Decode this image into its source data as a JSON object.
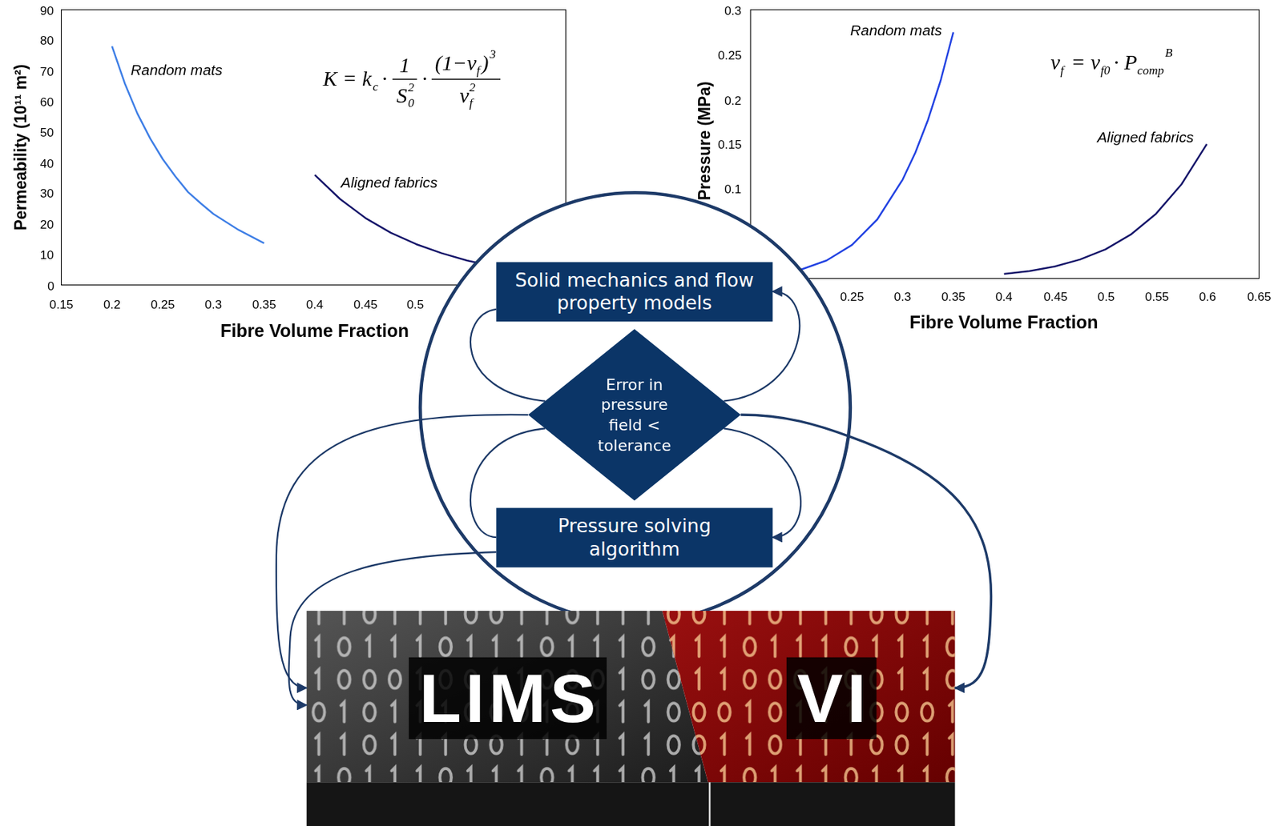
{
  "diagram": {
    "nodes": [
      {
        "text": [
          "Solid mechanics and flow property models"
        ]
      },
      {
        "text": [
          "Error in pressure field < tolerance"
        ]
      },
      {
        "text": [
          "Pressure solving algorithm"
        ]
      },
      {
        "text": [
          "LIMS"
        ]
      },
      {
        "text": [
          "VI"
        ]
      }
    ],
    "edges": [
      {
        "from": 0,
        "to": 1,
        "arrow": "none"
      },
      {
        "from": 1,
        "to": 0,
        "arrow": "to"
      },
      {
        "from": 2,
        "to": 1,
        "arrow": "none"
      },
      {
        "from": 1,
        "to": 2,
        "arrow": "to"
      },
      {
        "from": 1,
        "to": 3,
        "arrow": "to"
      },
      {
        "from": 2,
        "to": 3,
        "arrow": "to"
      },
      {
        "from": 1,
        "to": 4,
        "arrow": "to"
      }
    ],
    "labels": [
      "Permeability (10¹¹ m²)",
      "90",
      "80",
      "70",
      "60",
      "50",
      "40",
      "30",
      "20",
      "10",
      "0",
      "0.15",
      "0.2",
      "0.25",
      "0.3",
      "0.35",
      "0.4",
      "0.45",
      "0.5",
      "Fibre Volume Fraction",
      "Random mats",
      "Aligned fabrics",
      "K = k",
      "c",
      "·",
      "1",
      "S",
      "0",
      "2",
      "·",
      "(1−v",
      "f",
      ")",
      "3",
      "v",
      "f",
      "2",
      "Pressure (MPa)",
      "0.3",
      "0.25",
      "0.2",
      "0.15",
      "0.1",
      "0.25",
      "0.3",
      "0.35",
      "0.4",
      "0.45",
      "0.5",
      "0.55",
      "0.6",
      "0.65",
      "Fibre Volume Fraction",
      "Random mats",
      "Aligned fabrics",
      "v",
      "f",
      "= v",
      "f0",
      "· P",
      "comp",
      "B"
    ]
  }
}
